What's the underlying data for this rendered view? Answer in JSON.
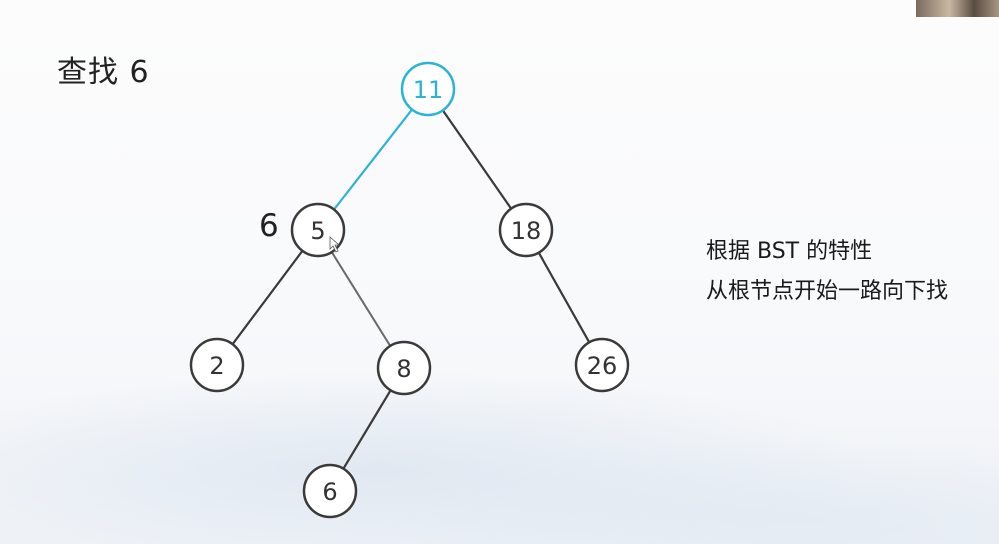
{
  "title": "查找 6",
  "search_value": "6",
  "note": {
    "line1": "根据 BST 的特性",
    "line2": "从根节点开始一路向下找"
  },
  "tree": {
    "nodes": [
      {
        "id": "n11",
        "label": "11",
        "active": true
      },
      {
        "id": "n5",
        "label": "5",
        "active": false
      },
      {
        "id": "n18",
        "label": "18",
        "active": false
      },
      {
        "id": "n2",
        "label": "2",
        "active": false
      },
      {
        "id": "n8",
        "label": "8",
        "active": false
      },
      {
        "id": "n26",
        "label": "26",
        "active": false
      },
      {
        "id": "n6",
        "label": "6",
        "active": false
      }
    ],
    "edges": [
      {
        "from": "n11",
        "to": "n5",
        "active": true
      },
      {
        "from": "n11",
        "to": "n18",
        "active": false
      },
      {
        "from": "n5",
        "to": "n2",
        "active": false
      },
      {
        "from": "n5",
        "to": "n8",
        "active": false
      },
      {
        "from": "n18",
        "to": "n26",
        "active": false
      },
      {
        "from": "n8",
        "to": "n6",
        "active": false
      }
    ]
  },
  "colors": {
    "active": "#2bb3d6",
    "stroke": "#3a3a3a"
  }
}
